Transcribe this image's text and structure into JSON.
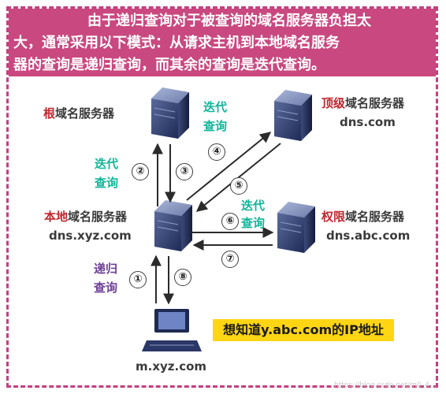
{
  "banner": {
    "line1": "由于递归查询对于被查询的域名服务器负担太",
    "line2": "大，通常采用以下模式：从请求主机到本地域名服务",
    "line3": "器的查询是递归查询，而其余的查询是迭代查询。"
  },
  "root_server": {
    "label_highlight": "根",
    "label_rest": "域名服务器"
  },
  "tld_server": {
    "label_highlight": "顶级",
    "label_rest": "域名服务器",
    "domain": "dns.com"
  },
  "local_server": {
    "label_highlight": "本地",
    "label_rest": "域名服务器",
    "domain": "dns.xyz.com"
  },
  "auth_server": {
    "label_highlight": "权限",
    "label_rest": "域名服务器",
    "domain": "dns.abc.com"
  },
  "client": {
    "domain": "m.xyz.com"
  },
  "annotations": {
    "iterative_left_1": "迭代",
    "iterative_left_2": "查询",
    "iterative_top_1": "迭代",
    "iterative_top_2": "查询",
    "iterative_right_1": "迭代",
    "iterative_right_2": "查询",
    "recursive_1": "递归",
    "recursive_2": "查询"
  },
  "steps": [
    "①",
    "②",
    "③",
    "④",
    "⑤",
    "⑥",
    "⑦",
    "⑧"
  ],
  "callout": "想知道y.abc.com的IP地址",
  "watermark": "https://blog.csdn.net/m0_4...",
  "colors": {
    "banner": "#c9487f",
    "frame": "#c2407e",
    "highlight_red": "#c0262e",
    "iterative_teal": "#12b69a",
    "recursive_purple": "#6e3f96",
    "callout_yellow": "#ffd514"
  },
  "icons": {
    "server": "server-tower-icon",
    "client": "desktop-computer-icon"
  }
}
